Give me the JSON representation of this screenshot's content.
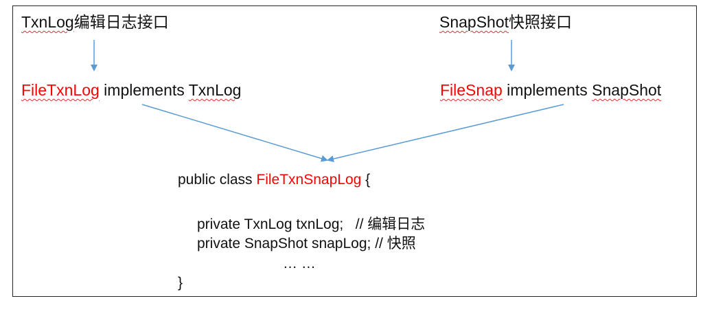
{
  "left": {
    "interface_name": "TxnLog",
    "interface_desc": "编辑日志接口",
    "impl_class": "FileTxnLog",
    "implements_kw": " implements ",
    "impl_iface": "TxnLog"
  },
  "right": {
    "interface_name": "SnapShot",
    "interface_desc": "快照接口",
    "impl_class": "FileSnap",
    "implements_kw": " implements ",
    "impl_iface": "SnapShot"
  },
  "code": {
    "class_decl_prefix": "public class ",
    "class_name": "FileTxnSnapLog",
    "class_decl_suffix": " {",
    "field1": "private TxnLog txnLog;   // 编辑日志",
    "field2": "private SnapShot snapLog; // 快照",
    "ellipsis": "… …",
    "close_brace": "}"
  },
  "colors": {
    "arrow": "#5b9bd5",
    "highlight": "#ff0000",
    "border": "#222222"
  }
}
